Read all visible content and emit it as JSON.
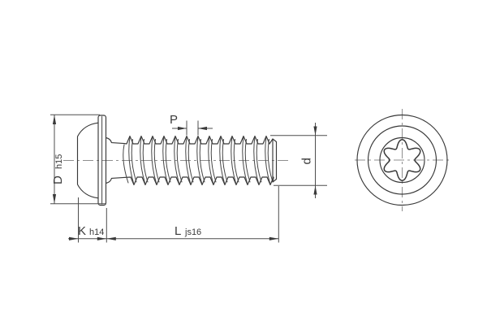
{
  "drawing": {
    "kind": "screw-technical-drawing",
    "dimensions": {
      "head_diameter": {
        "symbol": "D",
        "tolerance": "h15"
      },
      "head_height": {
        "symbol": "K",
        "tolerance": "h14"
      },
      "length": {
        "symbol": "L",
        "tolerance": "js16"
      },
      "thread_pitch": {
        "symbol": "P"
      },
      "thread_diameter": {
        "symbol": "d"
      }
    },
    "colors": {
      "background": "#ffffff",
      "outline": "#383838",
      "dimension_lines": "#4d4d4d",
      "centerline": "#8f8f8f",
      "text": "#3a3a3a"
    }
  }
}
